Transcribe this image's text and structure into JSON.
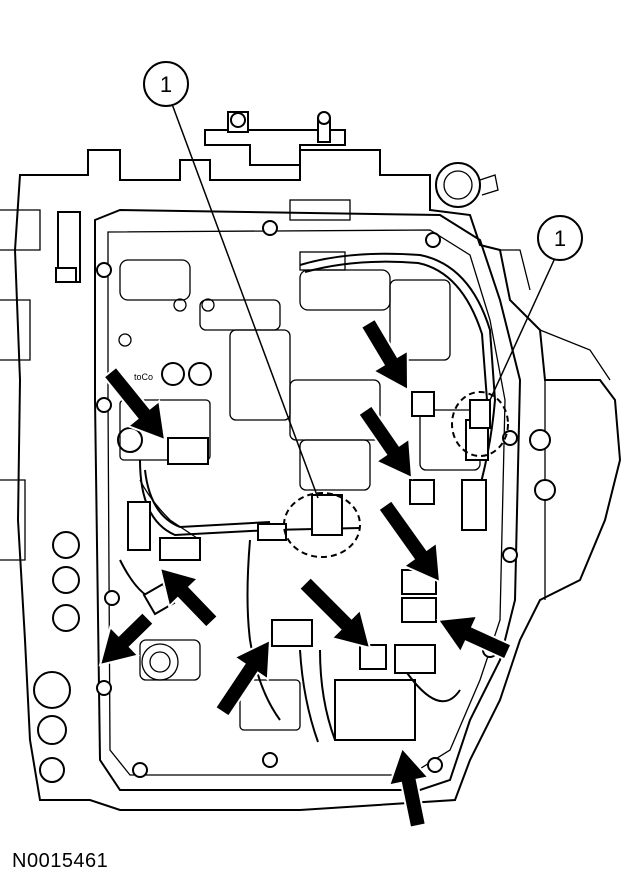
{
  "callouts": [
    {
      "label": "1"
    },
    {
      "label": "1"
    }
  ],
  "figure_id": "N0015461",
  "stamp": "toCo",
  "colors": {
    "ink": "#000000",
    "paper": "#ffffff"
  }
}
